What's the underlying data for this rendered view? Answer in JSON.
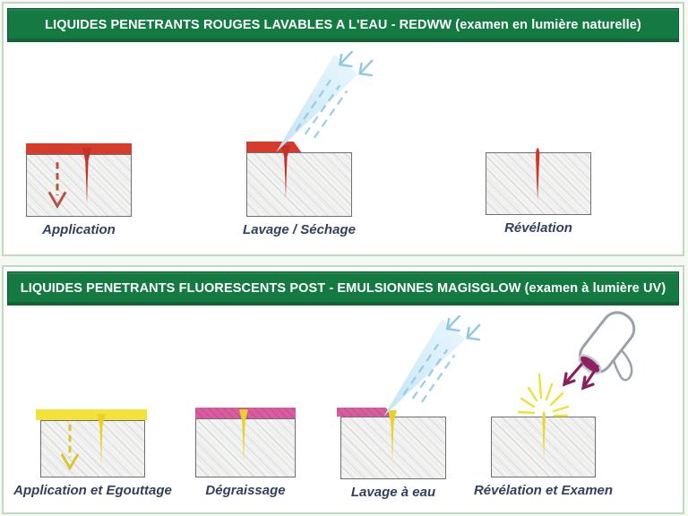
{
  "panel1": {
    "title": "LIQUIDES PENETRANTS ROUGES LAVABLES A L'EAU - REDWW (examen en lumière naturelle)",
    "steps": [
      {
        "label": "Application"
      },
      {
        "label": "Lavage / Séchage"
      },
      {
        "label": "Révélation"
      }
    ]
  },
  "panel2": {
    "title": "LIQUIDES PENETRANTS FLUORESCENTS POST - EMULSIONNES MAGISGLOW (examen à lumière UV)",
    "steps": [
      {
        "label": "Application et Egouttage"
      },
      {
        "label": "Dégraissage"
      },
      {
        "label": "Lavage à eau"
      },
      {
        "label": "Révélation et Examen"
      }
    ]
  },
  "colors": {
    "header-green": "#147a41",
    "header-green-dark": "#0b5e31",
    "panel-border-green": "#bfd9c5",
    "penetrant-red": "#d63b2c",
    "penetrant-yellow": "#f3e339",
    "emulsifier-pink": "#da5b9e",
    "water-blue": "#cfeaf7",
    "water-blue-dark": "#8fc9e4",
    "uv-purple": "#8e2164",
    "label-blue": "#33405c",
    "block-fill": "#f3f3f1",
    "block-border": "#6b7075"
  },
  "icons": {
    "water-spray-icon": "spray-cone-with-arrows",
    "penetration-arrow-icon": "dashed-down-arrow",
    "crack-icon": "tapered-crack",
    "uv-lamp-icon": "uv-lamp",
    "uv-beam-arrows-icon": "double-down-left-arrows",
    "fluorescence-glow-icon": "yellow-starburst"
  }
}
